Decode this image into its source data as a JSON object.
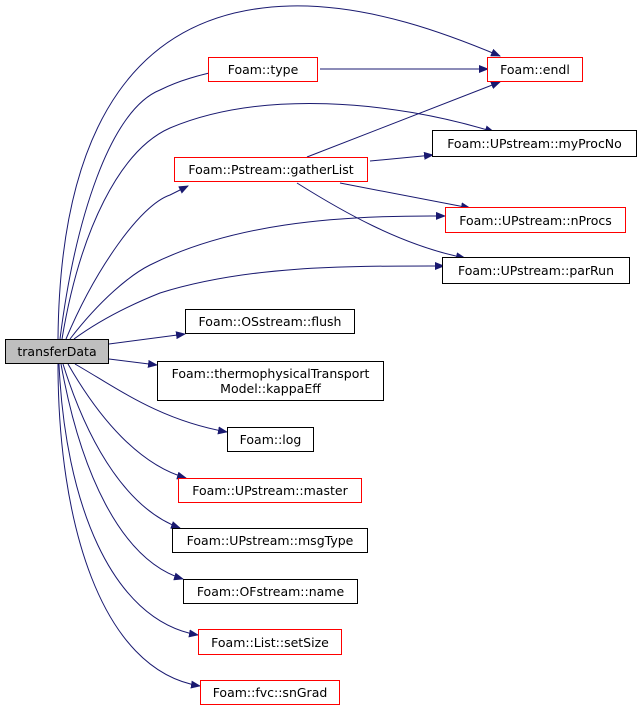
{
  "root": {
    "label": "transferData"
  },
  "nodes": [
    {
      "id": "type",
      "label": "Foam::type",
      "truncated": true
    },
    {
      "id": "endl",
      "label": "Foam::endl",
      "truncated": true
    },
    {
      "id": "myProcNo",
      "label": "Foam::UPstream::myProcNo",
      "truncated": false
    },
    {
      "id": "gatherList",
      "label": "Foam::Pstream::gatherList",
      "truncated": true
    },
    {
      "id": "nProcs",
      "label": "Foam::UPstream::nProcs",
      "truncated": true
    },
    {
      "id": "parRun",
      "label": "Foam::UPstream::parRun",
      "truncated": false
    },
    {
      "id": "flush",
      "label": "Foam::OSstream::flush",
      "truncated": false
    },
    {
      "id": "kappaEff",
      "label": "Foam::thermophysicalTransport\nModel::kappaEff",
      "truncated": false
    },
    {
      "id": "log",
      "label": "Foam::log",
      "truncated": false
    },
    {
      "id": "master",
      "label": "Foam::UPstream::master",
      "truncated": true
    },
    {
      "id": "msgType",
      "label": "Foam::UPstream::msgType",
      "truncated": false
    },
    {
      "id": "name",
      "label": "Foam::OFstream::name",
      "truncated": false
    },
    {
      "id": "setSize",
      "label": "Foam::List::setSize",
      "truncated": true
    },
    {
      "id": "snGrad",
      "label": "Foam::fvc::snGrad",
      "truncated": true
    }
  ],
  "colors": {
    "edge": "#191970",
    "truncated_border": "#ff0000",
    "root_fill": "#bfbfbf"
  }
}
